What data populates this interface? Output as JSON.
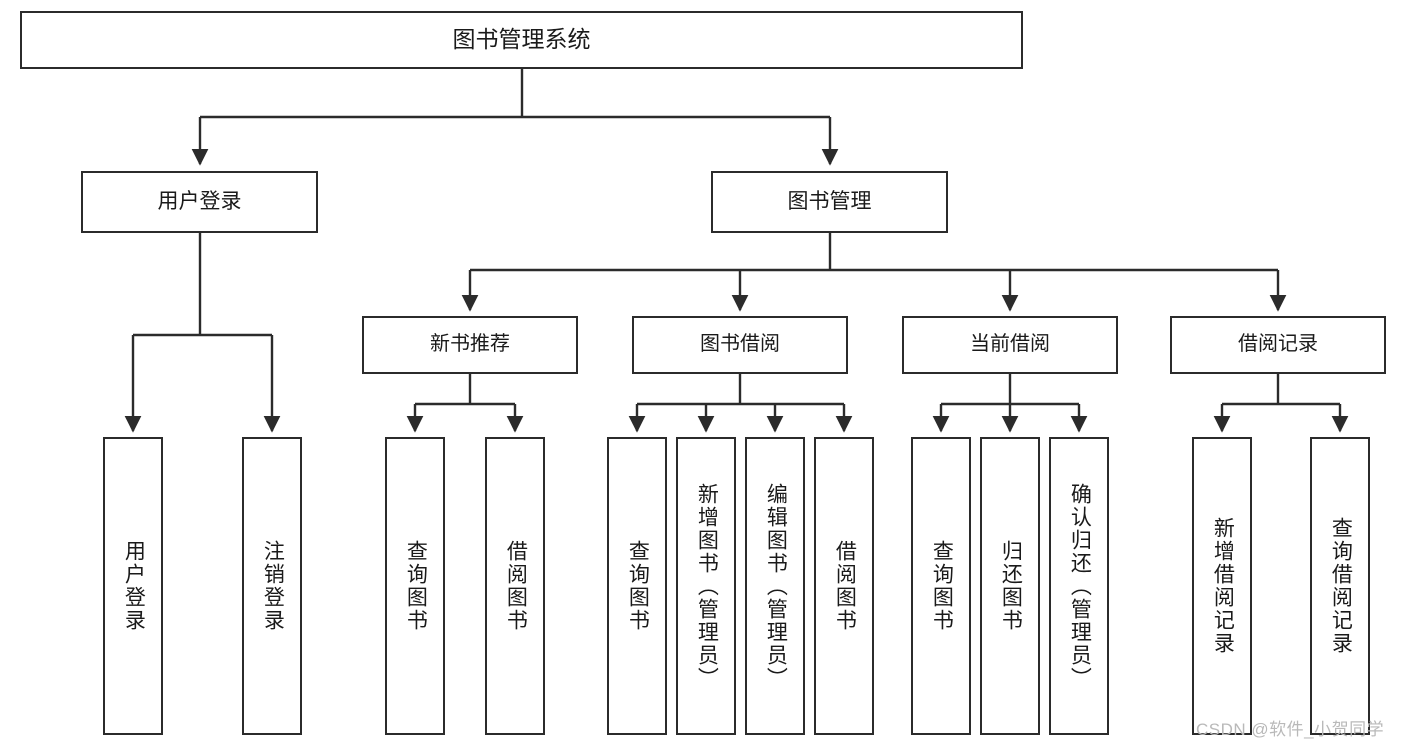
{
  "diagram": {
    "title": "图书管理系统",
    "type": "hierarchy-tree",
    "colors": {
      "box_border": "#2b2b2b",
      "box_fill": "#ffffff",
      "connector": "#2b2b2b",
      "text": "#1a1a1a",
      "watermark": "#b9b9b9",
      "background": "#ffffff"
    },
    "root": {
      "label": "图书管理系统"
    },
    "level1": [
      {
        "label": "用户登录"
      },
      {
        "label": "图书管理"
      }
    ],
    "level2": [
      {
        "label": "新书推荐"
      },
      {
        "label": "图书借阅"
      },
      {
        "label": "当前借阅"
      },
      {
        "label": "借阅记录"
      }
    ],
    "leaves": {
      "user_login": [
        {
          "label": "用户登录"
        },
        {
          "label": "注销登录"
        }
      ],
      "new_book_recommend": [
        {
          "label": "查询图书"
        },
        {
          "label": "借阅图书"
        }
      ],
      "book_borrow": [
        {
          "label": "查询图书"
        },
        {
          "label": "新增图书（管理员）"
        },
        {
          "label": "编辑图书（管理员）"
        },
        {
          "label": "借阅图书"
        }
      ],
      "current_borrow": [
        {
          "label": "查询图书"
        },
        {
          "label": "归还图书"
        },
        {
          "label": "确认归还（管理员）"
        }
      ],
      "borrow_record": [
        {
          "label": "新增借阅记录"
        },
        {
          "label": "查询借阅记录"
        }
      ]
    },
    "watermark": "CSDN @软件_小贺同学"
  }
}
